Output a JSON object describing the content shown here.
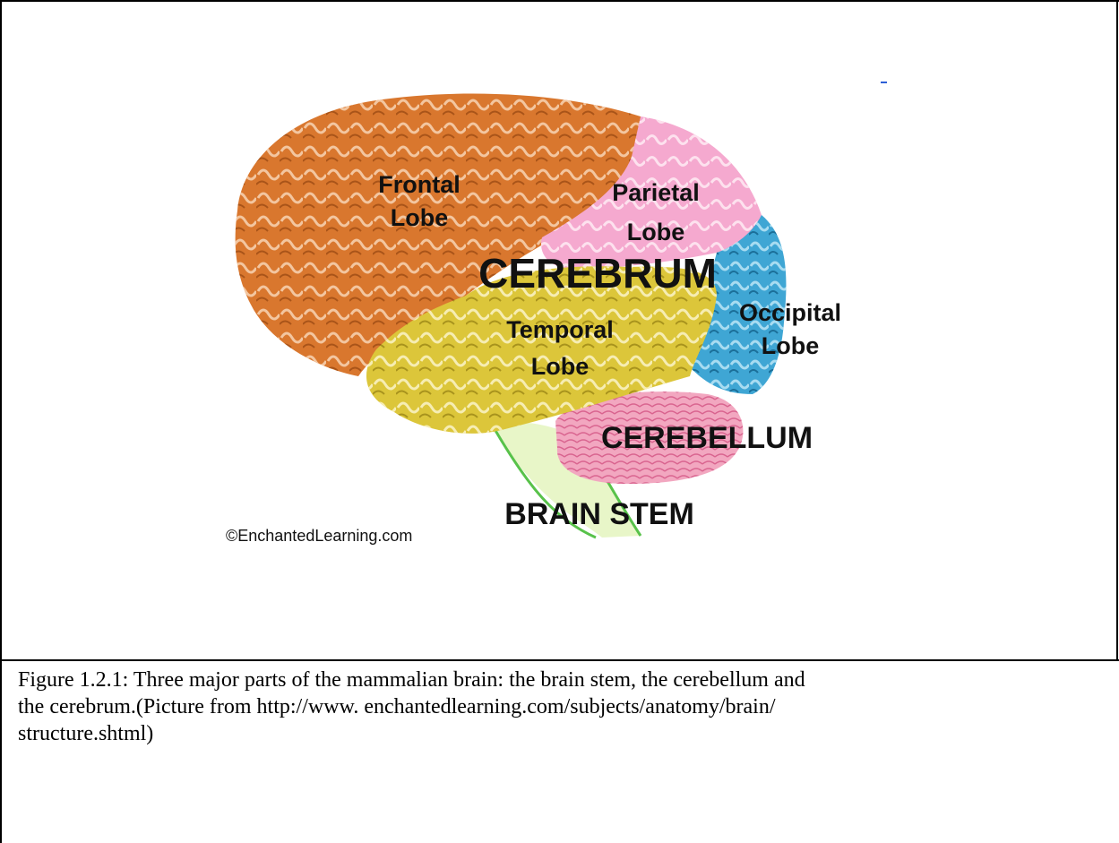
{
  "diagram": {
    "labels": {
      "frontal_1": "Frontal",
      "frontal_2": "Lobe",
      "parietal_1": "Parietal",
      "parietal_2": "Lobe",
      "cerebrum": "CEREBRUM",
      "occipital_1": "Occipital",
      "occipital_2": "Lobe",
      "temporal_1": "Temporal",
      "temporal_2": "Lobe",
      "cerebellum": "CEREBELLUM",
      "brain_stem": "BRAIN STEM",
      "copyright": "©EnchantedLearning.com"
    },
    "colors": {
      "frontal": "#d9772e",
      "parietal": "#f5a9cf",
      "occipital": "#3fa6d4",
      "temporal": "#dcc63a",
      "cerebellum": "#f2a7c0",
      "brain_stem": "#e8f6c8",
      "brain_stem_outline": "#58c24a"
    }
  },
  "caption": {
    "line1": "Figure 1.2.1: Three major parts of the mammalian brain: the brain stem, the cerebellum and",
    "line2": "the cerebrum.(Picture from http://www. enchantedlearning.com/subjects/anatomy/brain/",
    "line3": "structure.shtml)"
  }
}
